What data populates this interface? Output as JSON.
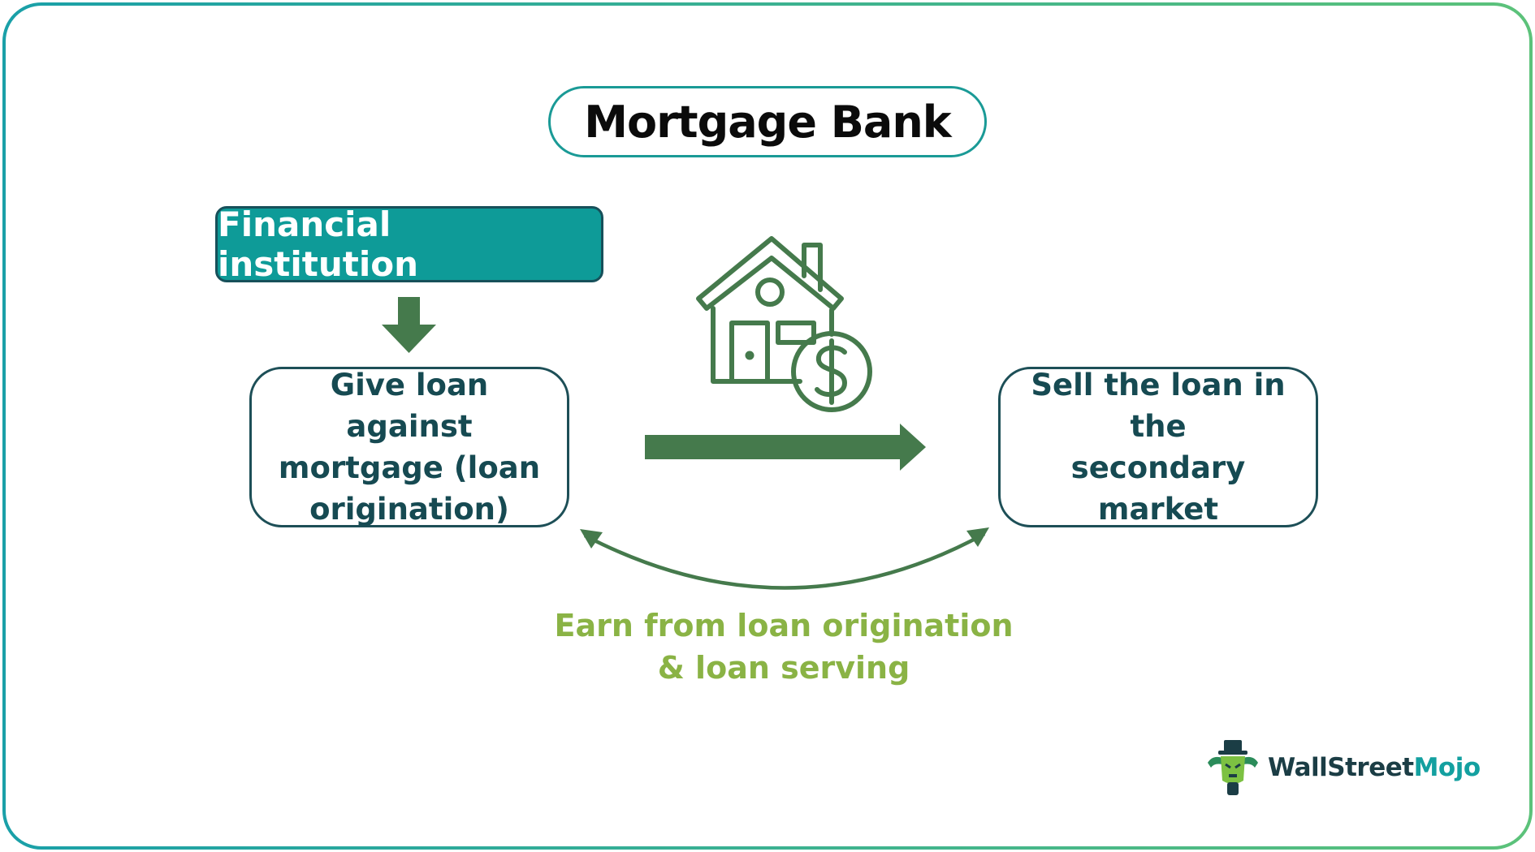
{
  "title": "Mortgage Bank",
  "source": "Financial institution",
  "step1": {
    "lines": [
      "Give loan against",
      "mortgage (loan",
      "origination)"
    ]
  },
  "step2": {
    "lines": [
      "Sell the loan in the",
      "secondary market"
    ]
  },
  "caption": {
    "lines": [
      "Earn from loan origination",
      "& loan serving"
    ]
  },
  "icons": [
    "house-with-dollar-icon",
    "down-arrow-icon",
    "right-arrow-icon",
    "curved-double-arrow-icon"
  ],
  "logo": {
    "part1": "WallStreet",
    "part2": "Mojo"
  },
  "colors": {
    "teal": "#0e9b98",
    "dark_green": "#457a4c",
    "light_green": "#8ab345",
    "navy_text": "#164a52"
  }
}
